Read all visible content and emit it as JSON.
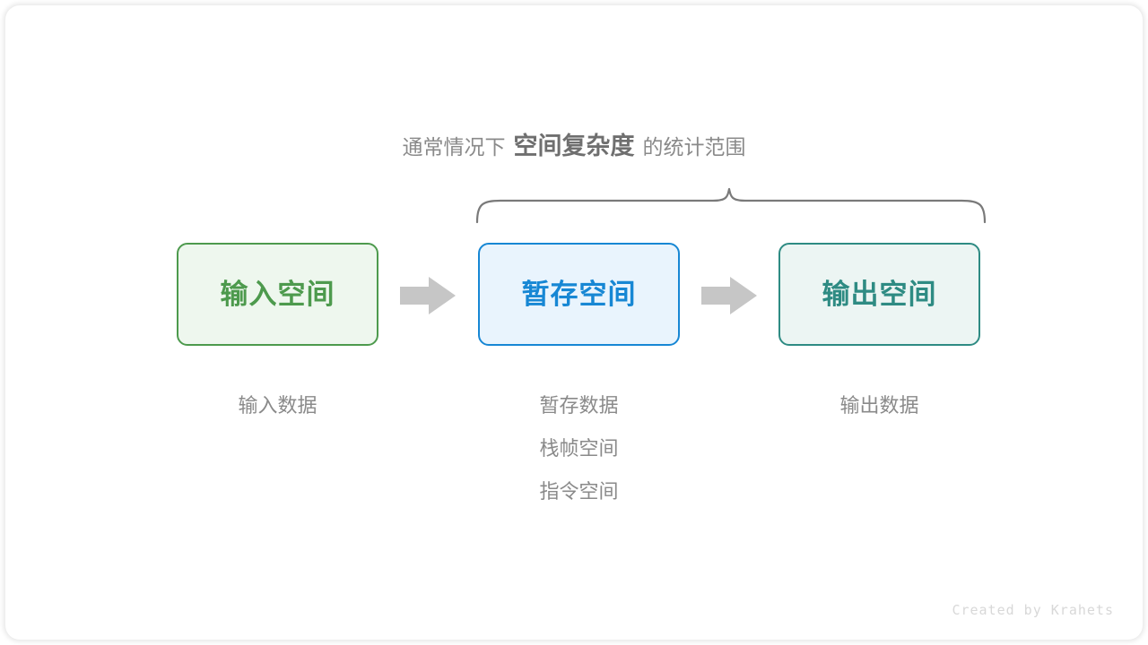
{
  "heading": {
    "prefix": "通常情况下",
    "emphasis": "空间复杂度",
    "suffix": "的统计范围"
  },
  "boxes": [
    {
      "id": "input",
      "label": "输入空间",
      "color": "#4d9a4d",
      "fill": "#eef7ee"
    },
    {
      "id": "temp",
      "label": "暂存空间",
      "color": "#1787d4",
      "fill": "#e9f4fd"
    },
    {
      "id": "output",
      "label": "输出空间",
      "color": "#2e8b83",
      "fill": "#ecf5f3"
    }
  ],
  "arrows": [
    {
      "id": "arrow-1",
      "name": "arrow-input-to-temp"
    },
    {
      "id": "arrow-2",
      "name": "arrow-temp-to-output"
    }
  ],
  "captions": {
    "input": [
      "输入数据"
    ],
    "temp": [
      "暂存数据",
      "栈帧空间",
      "指令空间"
    ],
    "output": [
      "输出数据"
    ]
  },
  "credit": "Created by Krahets",
  "colors": {
    "text_gray": "#8a8a8a",
    "text_gray_strong": "#6f6f6f",
    "arrow_gray": "#c6c6c6",
    "brace_gray": "#7a7a7a",
    "credit_gray": "#d8d8d8",
    "card_bg": "#ffffff"
  }
}
